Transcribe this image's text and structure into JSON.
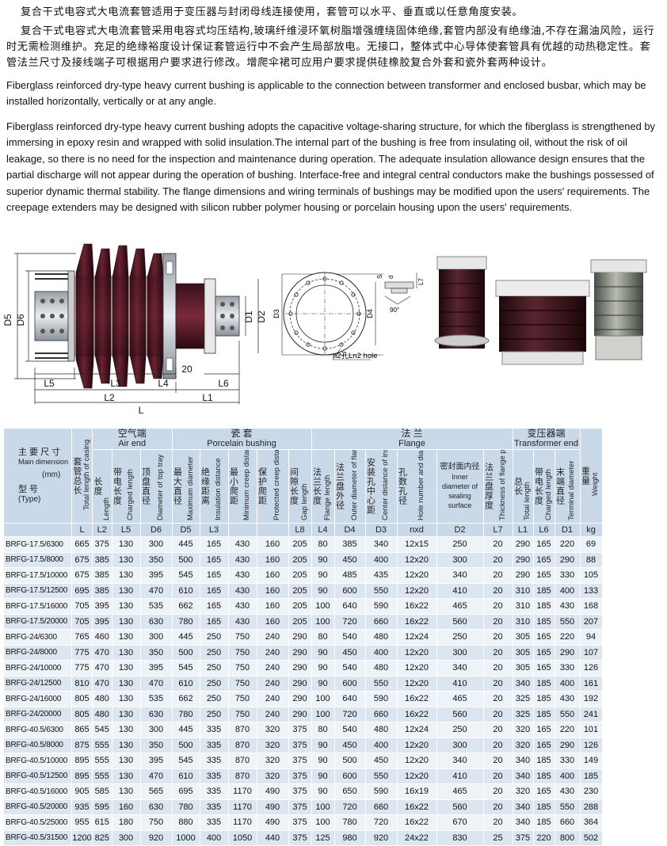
{
  "intro": {
    "cn_para1": "复合干式电容式大电流套管适用于变压器与封闭母线连接使用，套管可以水平、垂直或以任意角度安装。",
    "cn_para2": "复合干式电容式大电流套管采用电容式均压结构,玻璃纤维浸环氧树脂增强缠绕固体绝缘,套管内部没有绝缘油,不存在漏油风险，运行时无需检测维护。充足的绝缘裕度设计保证套管运行中不会产生局部放电。无接口，整体式中心导体使套管具有优越的动热稳定性。套管法兰尺寸及接线端子可根据用户要求进行修改。增爬伞裙可应用户要求提供硅橡胶复合外套和瓷外套两种设计。",
    "en_para1": "Fiberglass reinforced dry-type heavy current bushing is applicable to the connection between transformer and enclosed busbar, which may be installed horizontally, vertically or at any angle.",
    "en_para2": "Fiberglass reinforced dry-type heavy current bushing adopts the capacitive voltage-sharing structure, for which the fiberglass is strengthened by immersing in epoxy resin and wrapped with solid insulation.The internal part of the bushing is free from insulating oil, without the risk of oil leakage, so there is no need for the inspection and maintenance during operation. The adequate insulation allowance design ensures that the partial discharge will not appear during the operation of bushing. Interface-free and integral central conductors make the bushings possessed of superior dynamic thermal stability. The flange dimensions and wiring terminals of bushings may be modified upon the users' requirements. The creepage extenders may be designed with silicon rubber polymer housing or porcelain housing upon the users' requirements."
  },
  "drawing_labels": {
    "d5": "D5",
    "d6": "D6",
    "d1": "D1",
    "d2": "D2",
    "d3": "D3",
    "d4": "D4",
    "l5": "L5",
    "l3": "L3",
    "l4": "L4",
    "twenty": "20",
    "l6": "L6",
    "l2": "L2",
    "l1": "L1",
    "l": "L",
    "hole": "n2孔Ln2 hole",
    "s": "S",
    "d": "d",
    "l7": "L7",
    "angle": "90°"
  },
  "table": {
    "main_dim_zh": "主 要 尺 寸",
    "main_dim_en": "Main dimension",
    "mm": "(mm)",
    "type_zh": "型    号",
    "type_en": "(Type)",
    "total_len_zh": "套管总长",
    "total_len_en": "Total length of casing",
    "air_end_zh": "空气端",
    "air_end_en": "Air end",
    "porcelain_zh": "瓷    套",
    "porcelain_en": "Porcelain bushing",
    "flange_zh": "法    兰",
    "flange_en": "Flange",
    "transformer_zh": "变压器端",
    "transformer_en": "Transformer end",
    "weight_zh": "重量",
    "weight_en": "Weight",
    "cols": {
      "l2_zh": "长度",
      "l2_en": "Length",
      "l5_zh": "带电长度",
      "l5_en": "Charged length",
      "d6_zh": "顶盘直径",
      "d6_en": "Diameter of top tray",
      "d5_zh": "最大直径",
      "d5_en": "Maximum diameter",
      "l3_zh": "绝缘距离",
      "l3_en": "Insulation distance",
      "creep_zh": "最小爬距",
      "creep_en": "Minimum creep distance",
      "prot_zh": "保护爬距",
      "prot_en": "Protected creep distance",
      "l8_zh": "间隙长度",
      "l8_en": "Gap length",
      "l4_zh": "法兰长度",
      "l4_en": "Flange length",
      "d4_zh": "法兰盘外径",
      "d4_en": "Outer diameter of flange plate",
      "d3_zh": "安装孔中心距",
      "d3_en": "Center distance of installation hole",
      "nxd_zh": "孔数孔径",
      "nxd_en": "Hole number and diameter",
      "d2_zh": "密封面内径",
      "d2_en": "Inner diameter of sealing surface",
      "l7_zh": "法兰盘厚度",
      "l7_en": "Thickness of flange plate",
      "l1_zh": "总长",
      "l1_en": "Total length",
      "l6_zh": "带电长度",
      "l6_en": "Charged length",
      "d1_zh": "末端直径",
      "d1_en": "Terminal diameter"
    },
    "symbols": [
      "L",
      "L2",
      "L5",
      "D6",
      "D5",
      "L3",
      "",
      "",
      "L8",
      "L4",
      "D4",
      "D3",
      "nxd",
      "D2",
      "L7",
      "L1",
      "L6",
      "D1",
      "kg"
    ],
    "rows": [
      [
        "BRFG-17.5/6300",
        "665",
        "375",
        "130",
        "300",
        "445",
        "165",
        "430",
        "160",
        "205",
        "80",
        "385",
        "340",
        "12x15",
        "250",
        "20",
        "290",
        "165",
        "220",
        "69"
      ],
      [
        "BRFG-17.5/8000",
        "675",
        "385",
        "130",
        "350",
        "500",
        "165",
        "430",
        "160",
        "205",
        "90",
        "450",
        "400",
        "12x20",
        "300",
        "20",
        "290",
        "165",
        "290",
        "88"
      ],
      [
        "BRFG-17.5/10000",
        "675",
        "385",
        "130",
        "395",
        "545",
        "165",
        "430",
        "160",
        "205",
        "90",
        "485",
        "435",
        "12x20",
        "340",
        "20",
        "290",
        "165",
        "330",
        "105"
      ],
      [
        "BRFG-17.5/12500",
        "695",
        "385",
        "130",
        "470",
        "610",
        "165",
        "430",
        "160",
        "205",
        "90",
        "600",
        "550",
        "12x20",
        "410",
        "20",
        "310",
        "185",
        "400",
        "133"
      ],
      [
        "BRFG-17.5/16000",
        "705",
        "395",
        "130",
        "535",
        "662",
        "165",
        "430",
        "160",
        "205",
        "100",
        "640",
        "590",
        "16x22",
        "465",
        "20",
        "310",
        "185",
        "430",
        "168"
      ],
      [
        "BRFG-17.5/20000",
        "705",
        "395",
        "130",
        "630",
        "780",
        "165",
        "430",
        "160",
        "205",
        "100",
        "720",
        "660",
        "16x22",
        "560",
        "20",
        "310",
        "185",
        "550",
        "207"
      ],
      [
        "BRFG-24/6300",
        "765",
        "460",
        "130",
        "300",
        "445",
        "250",
        "750",
        "240",
        "290",
        "80",
        "540",
        "480",
        "12x24",
        "250",
        "20",
        "305",
        "165",
        "220",
        "94"
      ],
      [
        "BRFG-24/8000",
        "775",
        "470",
        "130",
        "350",
        "500",
        "250",
        "750",
        "240",
        "290",
        "90",
        "450",
        "400",
        "12x20",
        "300",
        "20",
        "305",
        "165",
        "290",
        "107"
      ],
      [
        "BRFG-24/10000",
        "775",
        "470",
        "130",
        "395",
        "545",
        "250",
        "750",
        "240",
        "290",
        "90",
        "540",
        "480",
        "12x20",
        "340",
        "20",
        "305",
        "165",
        "330",
        "126"
      ],
      [
        "BRFG-24/12500",
        "810",
        "470",
        "130",
        "470",
        "610",
        "250",
        "750",
        "240",
        "290",
        "90",
        "600",
        "550",
        "12x20",
        "410",
        "20",
        "340",
        "185",
        "400",
        "161"
      ],
      [
        "BRFG-24/16000",
        "805",
        "480",
        "130",
        "535",
        "662",
        "250",
        "750",
        "240",
        "290",
        "100",
        "640",
        "590",
        "16x22",
        "465",
        "20",
        "325",
        "185",
        "430",
        "192"
      ],
      [
        "BRFG-24/20000",
        "805",
        "480",
        "130",
        "630",
        "780",
        "250",
        "750",
        "240",
        "290",
        "100",
        "720",
        "660",
        "16x22",
        "560",
        "20",
        "325",
        "185",
        "550",
        "241"
      ],
      [
        "BRFG-40.5/6300",
        "865",
        "545",
        "130",
        "300",
        "445",
        "335",
        "870",
        "320",
        "375",
        "80",
        "540",
        "480",
        "12x24",
        "250",
        "20",
        "320",
        "165",
        "220",
        "101"
      ],
      [
        "BRFG-40.5/8000",
        "875",
        "555",
        "130",
        "350",
        "500",
        "335",
        "870",
        "320",
        "375",
        "90",
        "450",
        "400",
        "12x20",
        "300",
        "20",
        "320",
        "165",
        "290",
        "126"
      ],
      [
        "BRFG-40.5/10000",
        "895",
        "555",
        "130",
        "395",
        "545",
        "335",
        "870",
        "320",
        "375",
        "90",
        "500",
        "450",
        "12x20",
        "340",
        "20",
        "340",
        "185",
        "330",
        "149"
      ],
      [
        "BRFG-40.5/12500",
        "895",
        "555",
        "130",
        "470",
        "610",
        "335",
        "870",
        "320",
        "375",
        "90",
        "600",
        "550",
        "12x20",
        "410",
        "20",
        "340",
        "185",
        "400",
        "185"
      ],
      [
        "BRFG-40.5/16000",
        "905",
        "585",
        "130",
        "565",
        "695",
        "335",
        "1170",
        "490",
        "375",
        "90",
        "650",
        "590",
        "16x19",
        "465",
        "20",
        "320",
        "165",
        "430",
        "230"
      ],
      [
        "BRFG-40.5/20000",
        "935",
        "595",
        "160",
        "630",
        "780",
        "335",
        "1170",
        "490",
        "375",
        "100",
        "720",
        "660",
        "16x22",
        "560",
        "20",
        "340",
        "185",
        "550",
        "288"
      ],
      [
        "BRFG-40.5/25000",
        "955",
        "615",
        "180",
        "750",
        "880",
        "335",
        "1170",
        "490",
        "375",
        "100",
        "780",
        "720",
        "16x22",
        "670",
        "20",
        "340",
        "185",
        "660",
        "364"
      ],
      [
        "BRFG-40.5/31500",
        "1200",
        "825",
        "300",
        "920",
        "1000",
        "400",
        "1050",
        "440",
        "375",
        "125",
        "980",
        "920",
        "24x22",
        "830",
        "25",
        "375",
        "220",
        "800",
        "502"
      ]
    ]
  }
}
